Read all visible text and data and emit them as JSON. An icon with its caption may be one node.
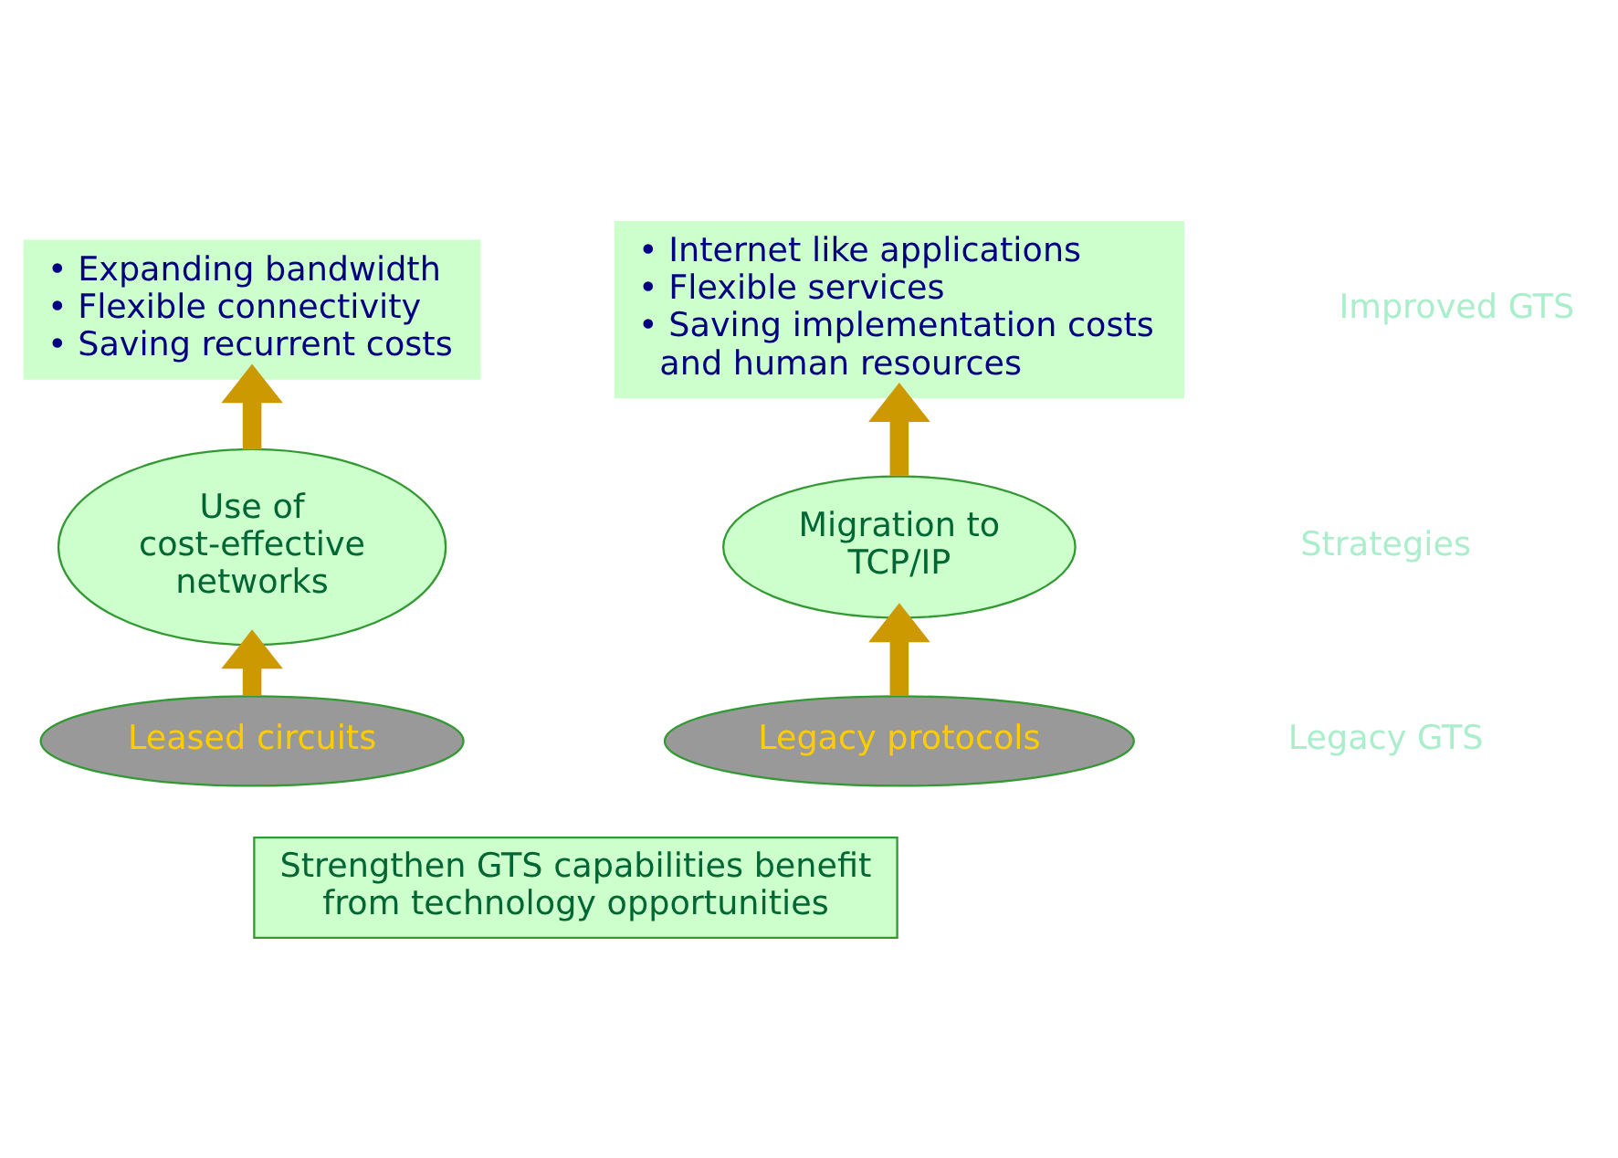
{
  "diagram": {
    "nodes": [
      {
        "text": [
          "• Expanding bandwidth",
          "• Flexible connectivity",
          "• Saving recurrent costs"
        ]
      },
      {
        "text": [
          "• Internet like applications",
          "• Flexible services",
          "• Saving implementation costs and human resources"
        ]
      },
      {
        "text": [
          "Use of cost-effective networks"
        ]
      },
      {
        "text": [
          "Migration to TCP/IP"
        ]
      },
      {
        "text": [
          "Leased circuits"
        ]
      },
      {
        "text": [
          "Legacy protocols"
        ]
      },
      {
        "text": [
          "Strengthen GTS capabilities benefit from technology opportunities"
        ]
      }
    ],
    "edges": [
      {
        "from": 4,
        "to": 2,
        "arrow": "to"
      },
      {
        "from": 2,
        "to": 0,
        "arrow": "to"
      },
      {
        "from": 5,
        "to": 3,
        "arrow": "to"
      },
      {
        "from": 3,
        "to": 1,
        "arrow": "to"
      }
    ],
    "labels": [
      "Improved GTS",
      "Strategies",
      "Legacy GTS"
    ]
  }
}
